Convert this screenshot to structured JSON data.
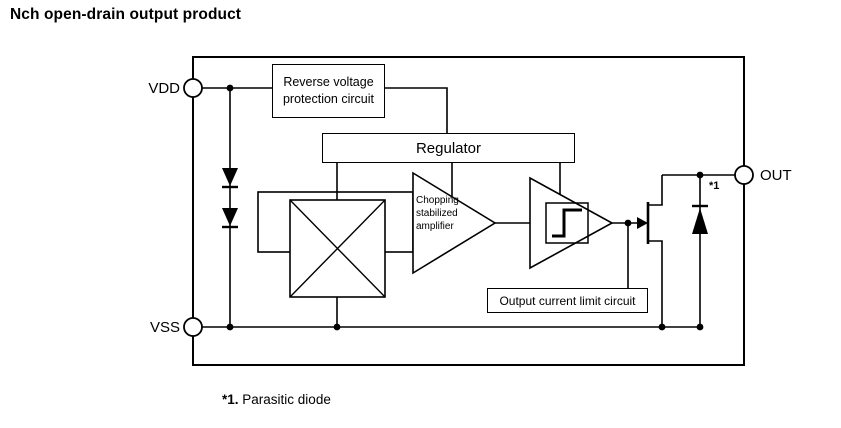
{
  "title": "Nch open-drain output product",
  "terminals": {
    "vdd": "VDD",
    "vss": "VSS",
    "out": "OUT"
  },
  "blocks": {
    "reverse_voltage": "Reverse voltage protection circuit",
    "regulator": "Regulator",
    "chopping_amp": "Chopping stabilized amplifier",
    "output_current_limit": "Output current limit circuit"
  },
  "annotations": {
    "parasitic_marker": "*1",
    "footnote_marker": "*1.",
    "footnote_text": "Parasitic diode"
  },
  "colors": {
    "line": "#000000",
    "background": "#ffffff"
  }
}
